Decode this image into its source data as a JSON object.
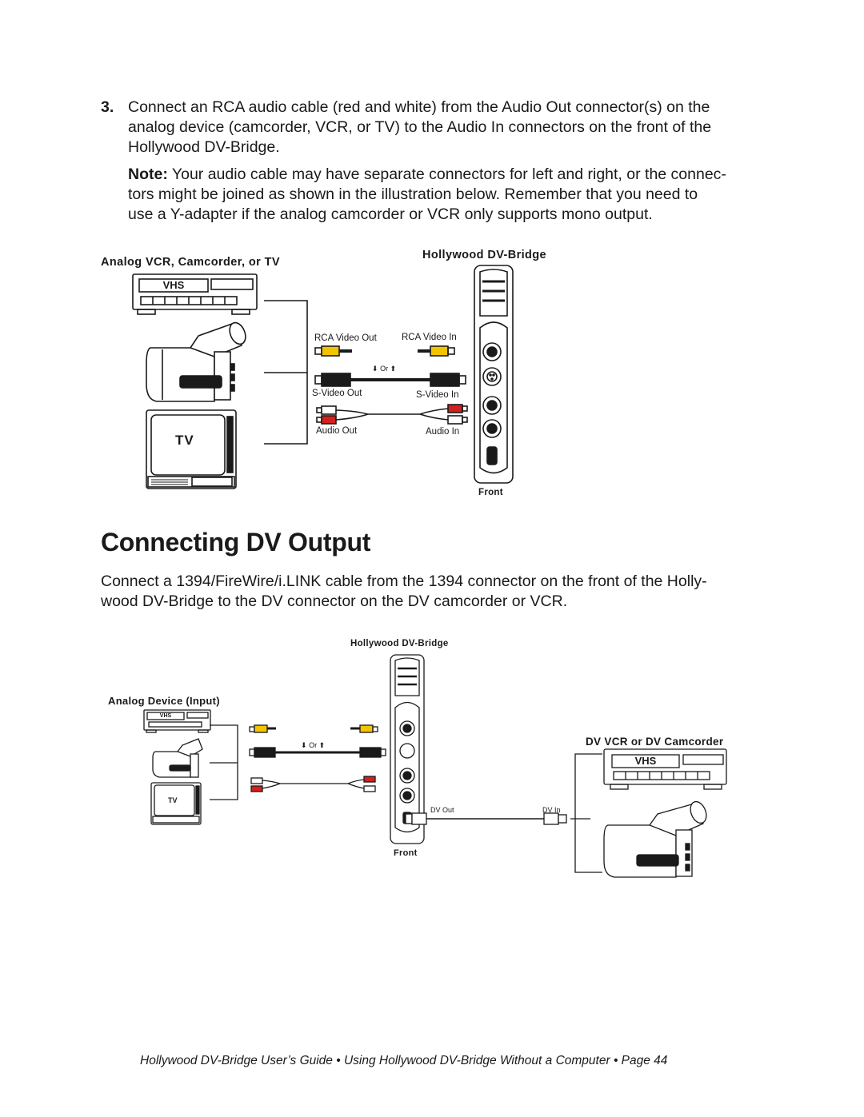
{
  "step3": {
    "number": "3.",
    "lines": [
      "Connect an RCA audio cable (red and white) from the Audio Out connector(s) on the",
      "analog device (camcorder, VCR, or TV) to the Audio In connectors on the front of the",
      "Hollywood DV-Bridge."
    ]
  },
  "note": {
    "label": "Note:",
    "lines": [
      " Your audio cable may have separate connectors for left and right, or the connec-",
      "tors might be joined as shown in the illustration below. Remember that you need to",
      "use a Y-adapter if the analog camcorder or VCR only supports mono output."
    ]
  },
  "diagram1": {
    "source_label": "Analog VCR, Camcorder, or TV",
    "bridge_label": "Hollywood DV-Bridge",
    "vhs": "VHS",
    "tv": "TV",
    "rca_video_out": "RCA Video Out",
    "rca_video_in": "RCA Video In",
    "or": "Or",
    "svideo_out": "S-Video Out",
    "svideo_in": "S-Video In",
    "audio_out": "Audio Out",
    "audio_in": "Audio In",
    "front": "Front"
  },
  "section": {
    "title": "Connecting DV Output",
    "lines": [
      "Connect a 1394/FireWire/i.LINK cable from the 1394 connector on the front of the Holly-",
      "wood DV-Bridge to the DV connector on the DV camcorder or VCR."
    ]
  },
  "diagram2": {
    "bridge_label": "Hollywood DV-Bridge",
    "source_label": "Analog Device (Input)",
    "dv_label": "DV VCR or DV Camcorder",
    "vhs_small": "VHS",
    "vhs": "VHS",
    "tv": "TV",
    "or": "Or",
    "dv_out": "DV Out",
    "dv_in": "DV In",
    "front": "Front"
  },
  "footer": {
    "text": "Hollywood DV-Bridge User’s Guide • Using Hollywood DV-Bridge Without a Computer • Page 44"
  },
  "colors": {
    "yellow_plug": "#f2c400",
    "red_plug": "#d41f1f",
    "ink": "#1a1a1a"
  }
}
